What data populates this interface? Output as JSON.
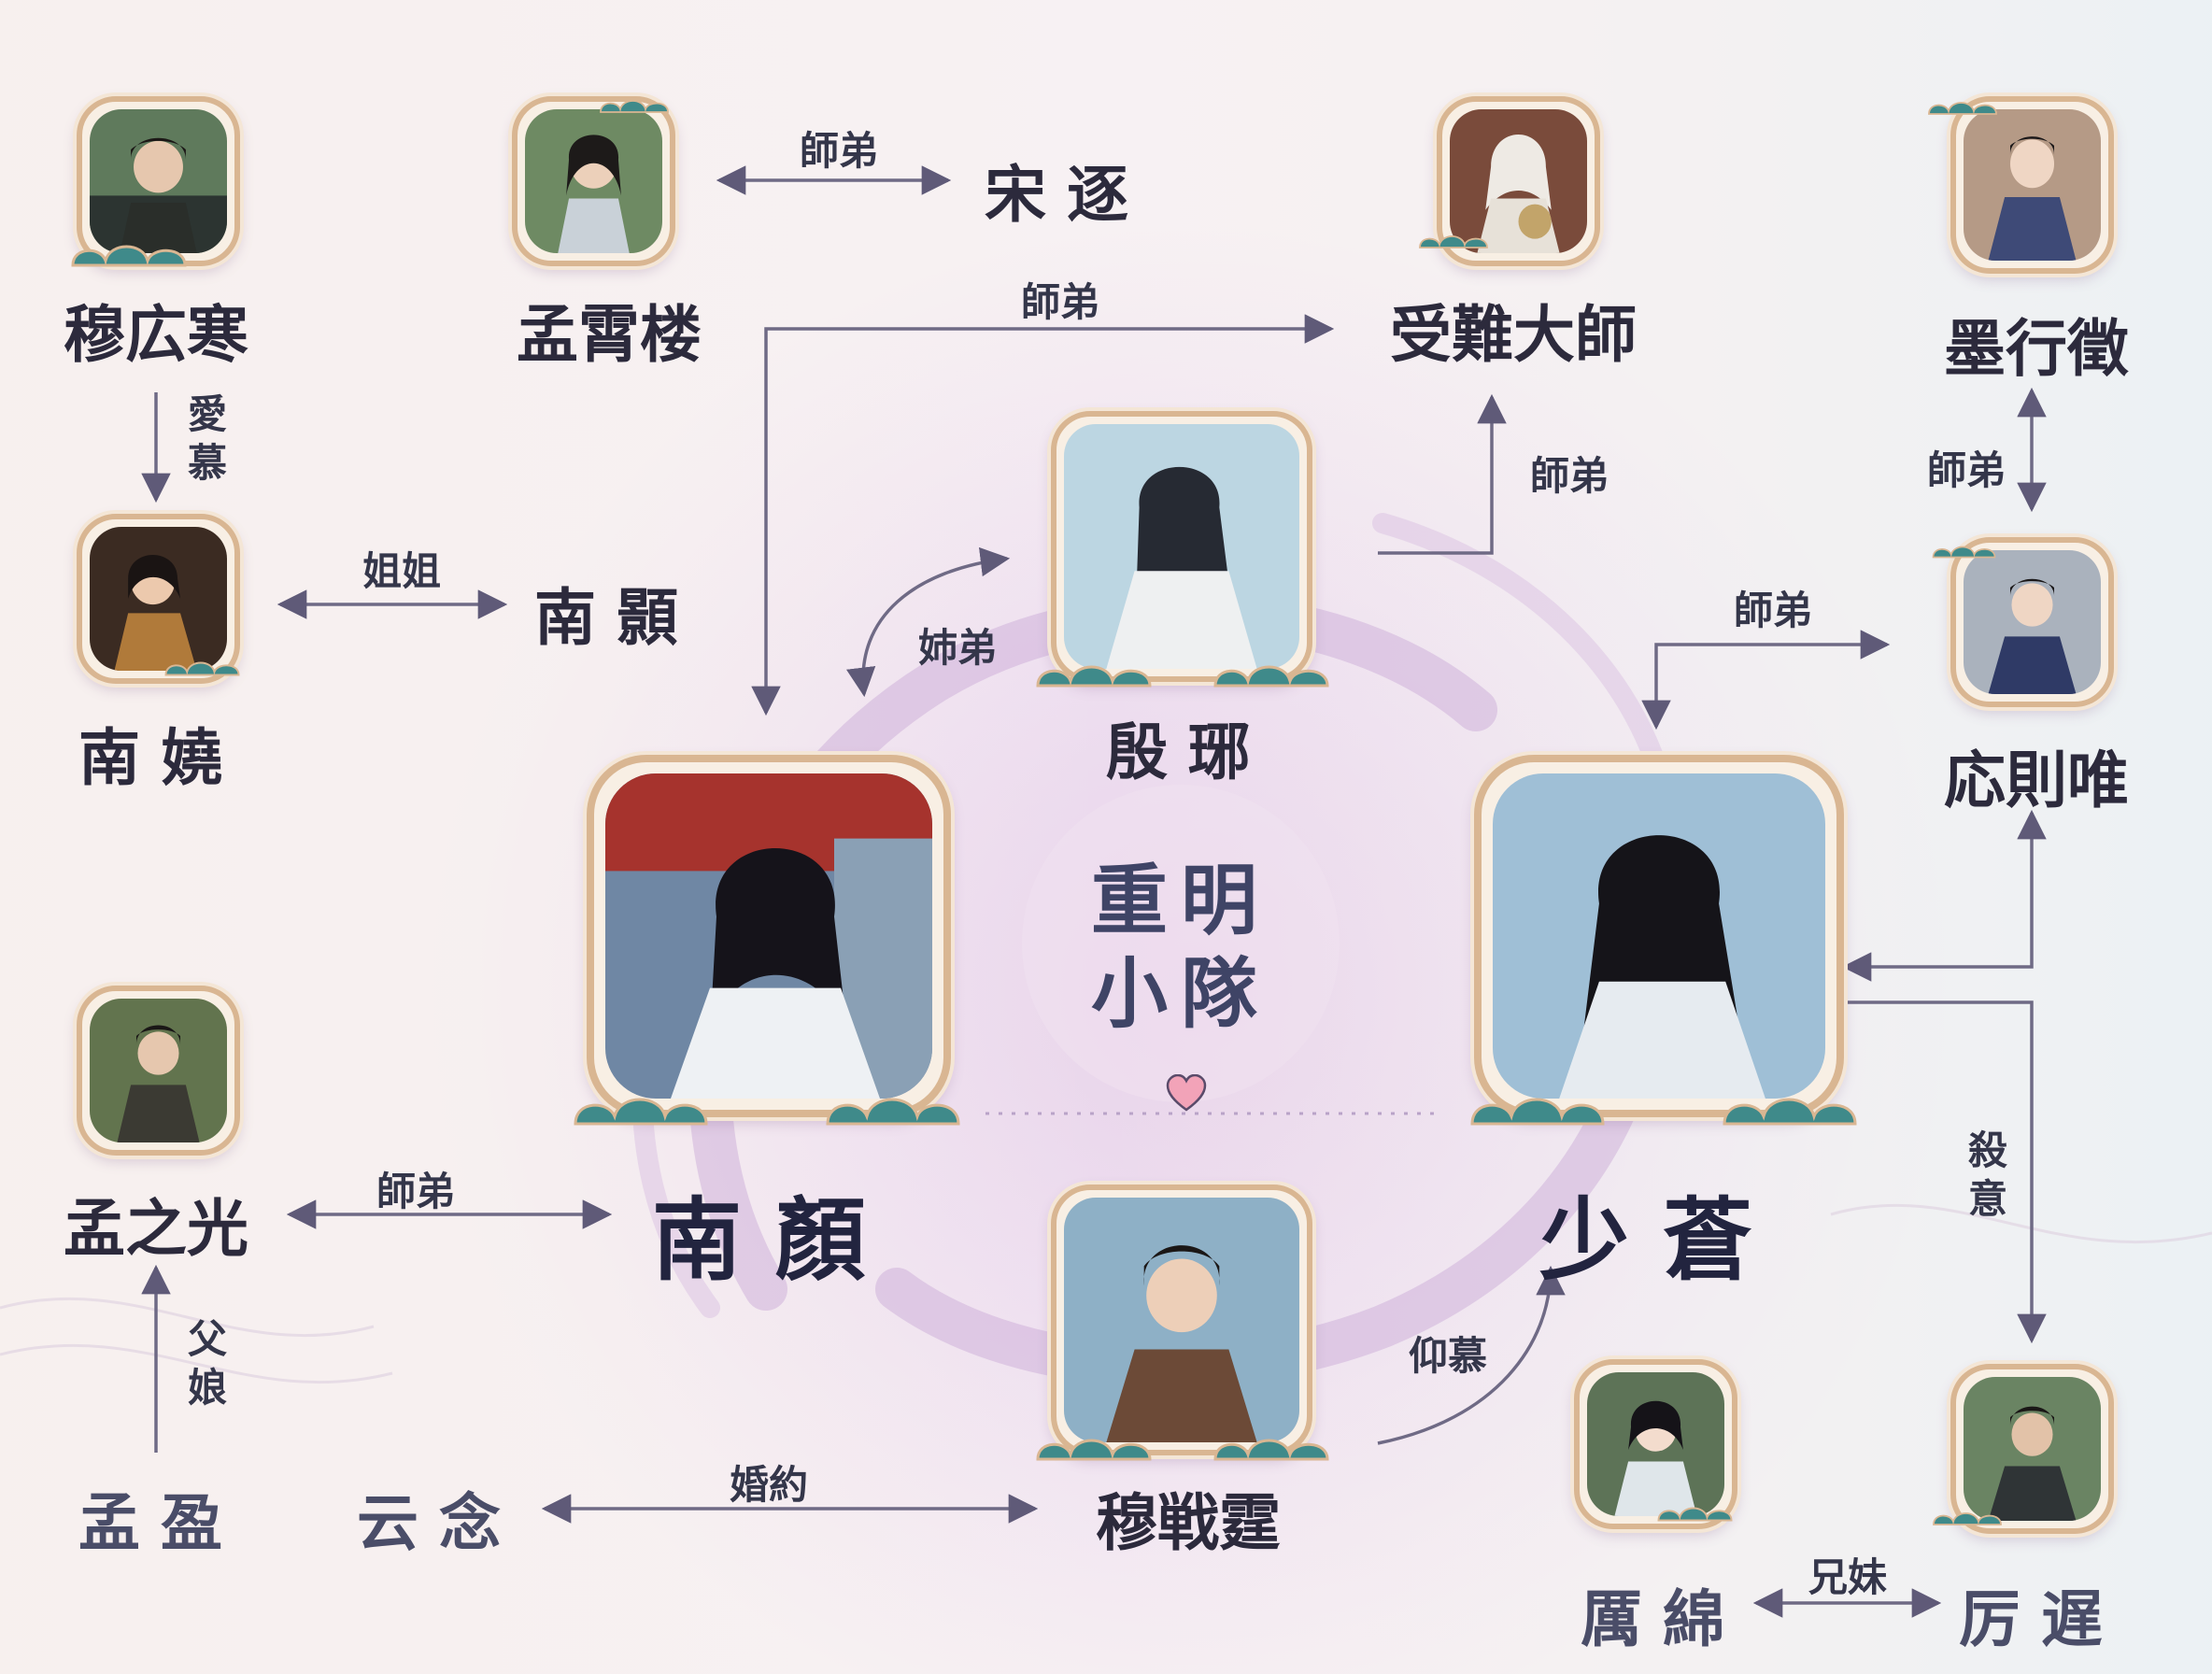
{
  "colors": {
    "background": "#f7eef3",
    "swirl": "#c9a7d3",
    "line": "#6f6a85",
    "frame": "#d9b692",
    "cloud": "#3f8a8a",
    "heart": "#f2a3b8"
  },
  "center": {
    "line1": "重明",
    "line2": "小隊"
  },
  "characters": {
    "mu_guanghan": "穆広寒",
    "meng_xiaolou": "孟霄楼",
    "song_zhu": "宋逐",
    "shounan": "受難大師",
    "mo_xinghui": "墨行徵",
    "nan_yao": "南嬈",
    "nan_xian": "南顥",
    "yin_nuo": "殷琊",
    "ying_zewei": "応則唯",
    "nan_yan": "南顏",
    "shao_cang": "少蒼",
    "meng_zhiguang": "孟之光",
    "meng_ying": "孟盈",
    "yun_nian": "云念",
    "mu_zhanting": "穆戦霆",
    "li_mian": "厲綿",
    "li_chi": "厉遅"
  },
  "relations": {
    "shidi_song": "師弟",
    "shidi_shounan": "師弟",
    "aimu": "愛慕",
    "jiejie": "姐姐",
    "shidi_yin": "師弟",
    "zidi": "姉弟",
    "shidi_mo": "師弟",
    "shidi_ying": "師弟",
    "shidi_meng": "師弟",
    "fuqin": "父娘",
    "shayi": "殺意",
    "yangmu": "仰慕",
    "hunyue": "婚約",
    "xiongmei": "兄妹"
  }
}
